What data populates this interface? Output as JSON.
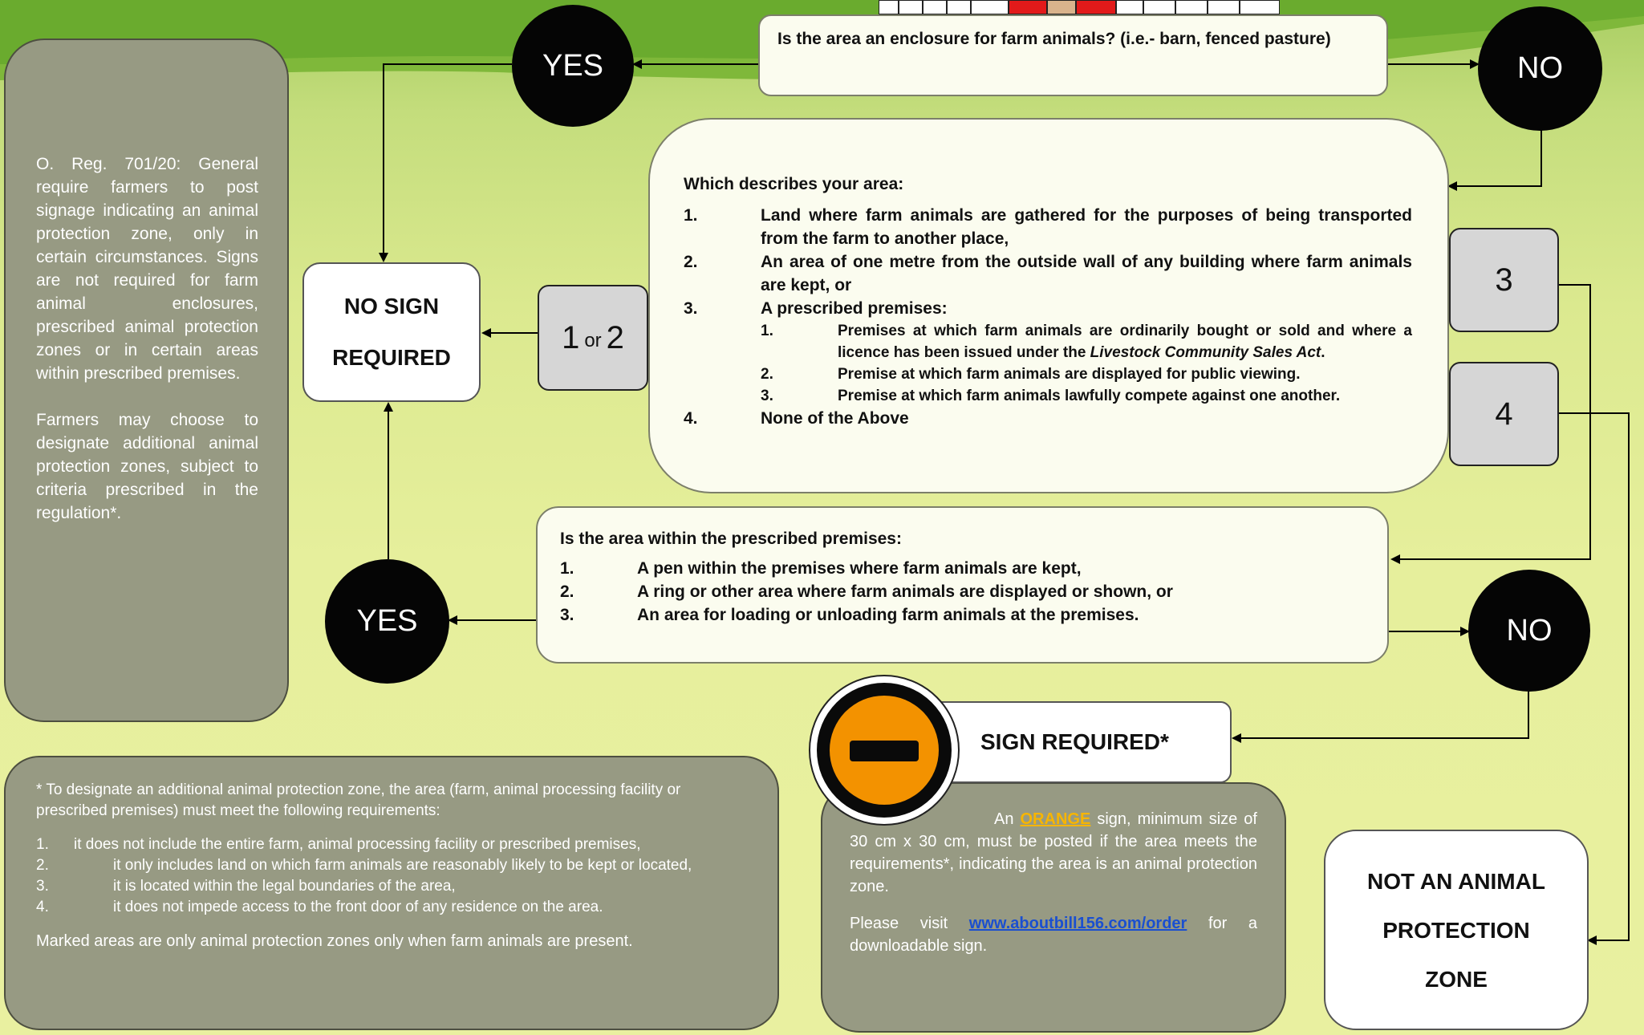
{
  "colors": {
    "grey_box": "#979a83",
    "black_circle": "#050505",
    "orange": "#f39200",
    "link": "#1a4fd0",
    "accent_text": "#f7b500"
  },
  "circles": {
    "yes_top": "YES",
    "no_top": "NO",
    "yes_bottom": "YES",
    "no_bottom": "NO"
  },
  "q1": {
    "text": "Is the area an enclosure for farm animals? (i.e.- barn, fenced pasture)"
  },
  "q2": {
    "heading": "Which describes your area:",
    "items": [
      {
        "n": "1.",
        "t": "Land where farm animals are gathered for the purposes of being transported from the farm to another place,"
      },
      {
        "n": "2.",
        "t": "An area of one metre from the outside wall of any building where farm animals are kept, or"
      },
      {
        "n": "3.",
        "t": "A prescribed premises:"
      },
      {
        "n": "4.",
        "t": "None of the Above"
      }
    ],
    "sub_items": [
      {
        "n": "1.",
        "t_pre": "Premises at which farm animals are ordinarily bought or sold and where a licence has been issued under the ",
        "t_italic": "Livestock Community Sales Act",
        "t_post": "."
      },
      {
        "n": "2.",
        "t": "Premise at which farm animals are displayed for public viewing."
      },
      {
        "n": "3.",
        "t": "Premise at which farm animals lawfully compete against one another."
      }
    ]
  },
  "q3": {
    "heading": "Is the area within the prescribed premises:",
    "items": [
      {
        "n": "1.",
        "t": "A pen within the premises where farm animals are kept,"
      },
      {
        "n": "2.",
        "t": "A ring or other area where farm animals are displayed or shown, or"
      },
      {
        "n": "3.",
        "t": "An area for loading or unloading farm animals at the premises."
      }
    ]
  },
  "choices": {
    "one_two_a": "1",
    "one_two_or": "or",
    "one_two_b": "2",
    "three": "3",
    "four": "4"
  },
  "no_sign": {
    "line1": "NO SIGN",
    "line2": "REQUIRED"
  },
  "sign_required": {
    "label": "SIGN REQUIRED*"
  },
  "not_zone": {
    "line1": "NOT AN ANIMAL",
    "line2": "PROTECTION",
    "line3": "ZONE"
  },
  "left_panel": {
    "para1": "O. Reg. 701/20: General require farmers to post signage indicating an animal protection zone, only in certain circumstances. Signs are not required for farm animal enclosures, prescribed animal protection zones or in certain areas within prescribed premises.",
    "para2": "Farmers may choose to designate additional animal protection zones, subject to criteria prescribed in the regulation*."
  },
  "footnote": {
    "intro": "* To designate an additional animal protection zone, the area (farm, animal processing facility or prescribed premises) must meet the following requirements:",
    "items": [
      {
        "n": "1.",
        "t": "it does not include the entire farm, animal processing facility or prescribed premises,"
      },
      {
        "n": "2.",
        "t": "it only includes land on which farm animals are reasonably likely to be kept or located,"
      },
      {
        "n": "3.",
        "t": "it is located within the legal boundaries of the area,"
      },
      {
        "n": "4.",
        "t": "it does not impede access to the front door of any residence on the area."
      }
    ],
    "closing": "Marked areas are only animal protection zones only when farm animals are present."
  },
  "sign_info": {
    "pre": "An ",
    "orange": "ORANGE",
    "post": " sign, minimum size of 30 cm x 30 cm, must be posted if the area meets the requirements*, indicating the area is an animal protection zone.",
    "visit_pre": "Please visit ",
    "link": "www.aboutbill156.com/order",
    "visit_post": " for a downloadable sign."
  }
}
